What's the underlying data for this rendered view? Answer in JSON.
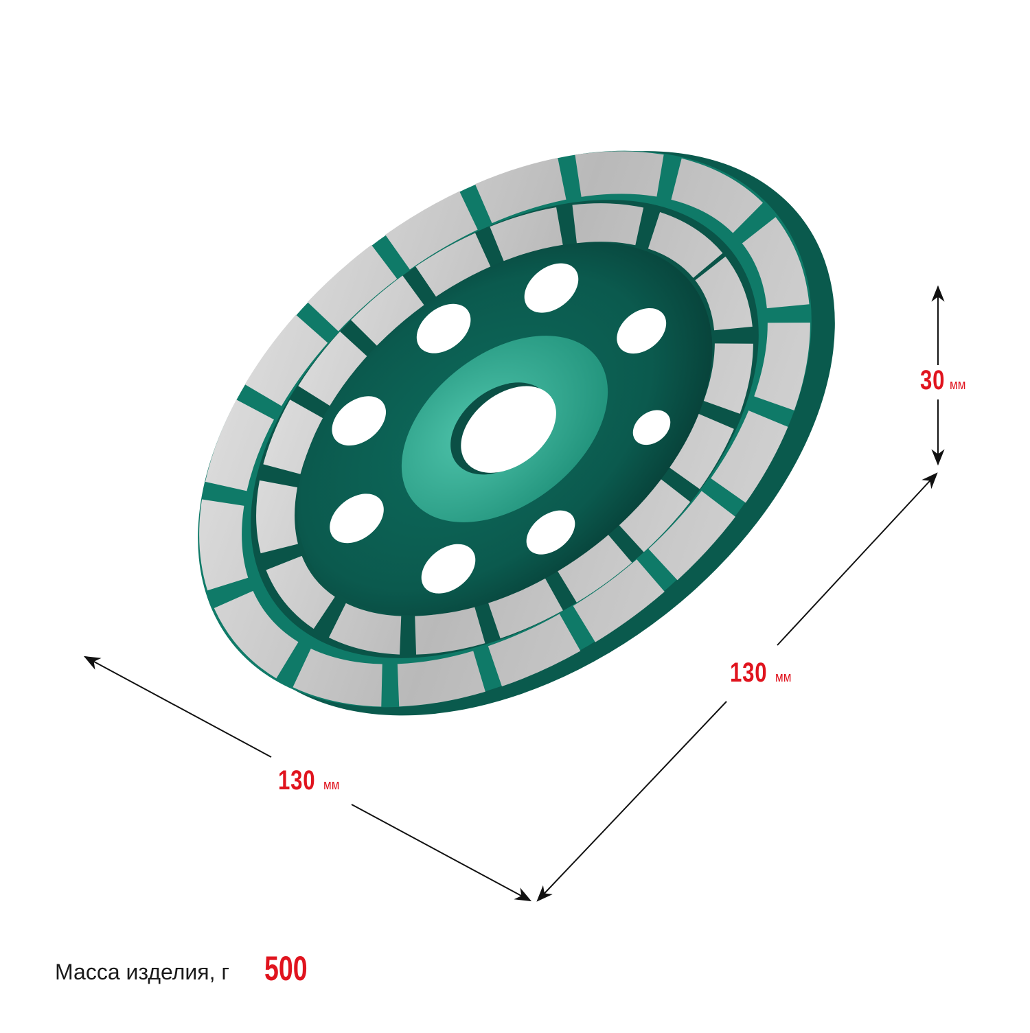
{
  "product": {
    "name": "diamond-cup-grinding-wheel-double-row",
    "colors": {
      "body_dark": "#0b4f45",
      "body_mid": "#0f7a68",
      "body_light": "#3fb9a0",
      "segment": "#c8c8c8",
      "dimension_text": "#e0141e",
      "arrow": "#111111"
    }
  },
  "dimensions": {
    "height": {
      "value": "30",
      "unit": "мм"
    },
    "depth": {
      "value": "130",
      "unit": "мм"
    },
    "width": {
      "value": "130",
      "unit": "мм"
    }
  },
  "mass": {
    "label": "Масса изделия, г",
    "value": "500"
  }
}
